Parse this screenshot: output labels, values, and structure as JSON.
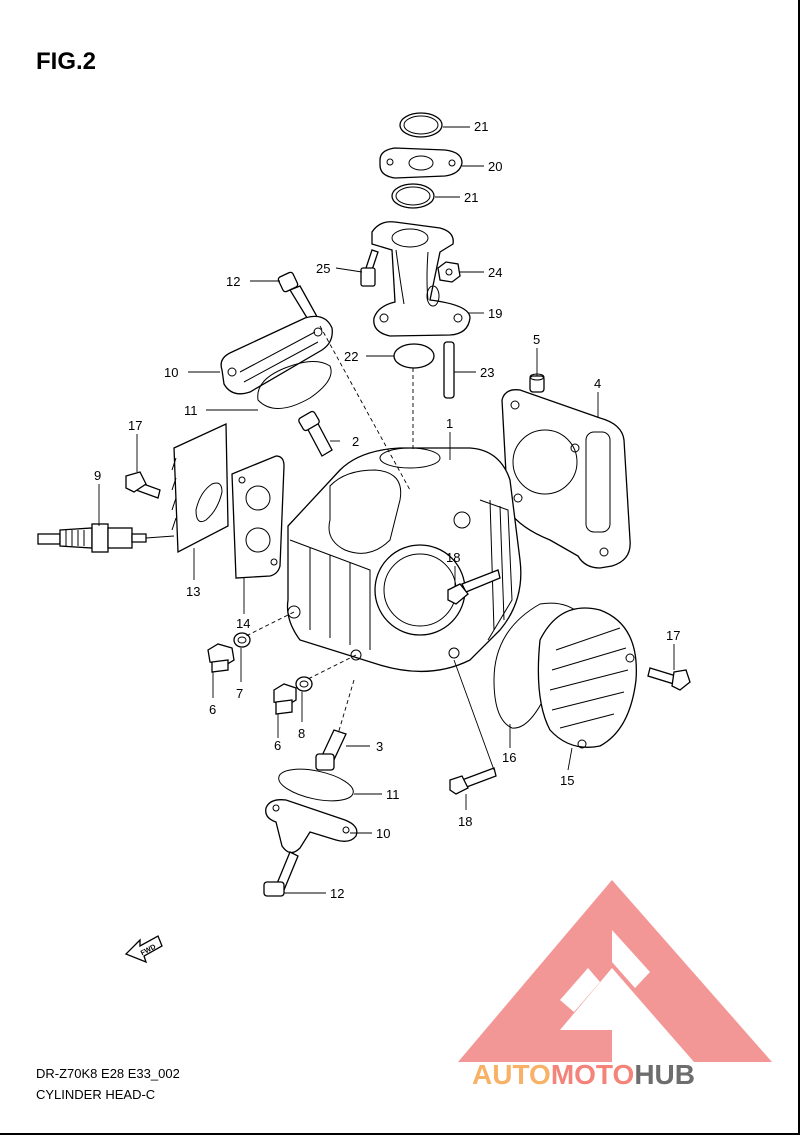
{
  "figure": {
    "title": "FIG.2",
    "model_code": "DR-Z70K8 E28 E33_002",
    "section_name": "CYLINDER HEAD-C"
  },
  "fwd_marker": "FWD",
  "watermark": {
    "text_a": "AUTO",
    "text_b": "MOTO",
    "text_c": "HUB",
    "colors": {
      "auto": "#f7b267",
      "moto": "#f4847a",
      "hub": "#6d6d6d",
      "triangle": "#f28b8b"
    }
  },
  "callouts": {
    "c21a": "21",
    "c20": "20",
    "c21b": "21",
    "c25": "25",
    "c24": "24",
    "c12a": "12",
    "c19": "19",
    "c22": "22",
    "c23": "23",
    "c5": "5",
    "c10a": "10",
    "c4": "4",
    "c11a": "11",
    "c1": "1",
    "c17a": "17",
    "c2": "2",
    "c9": "9",
    "c18a": "18",
    "c13": "13",
    "c14": "14",
    "c17b": "17",
    "c6a": "6",
    "c7": "7",
    "c8": "8",
    "c6b": "6",
    "c16": "16",
    "c3": "3",
    "c15": "15",
    "c11b": "11",
    "c18b": "18",
    "c10b": "10",
    "c12b": "12"
  }
}
